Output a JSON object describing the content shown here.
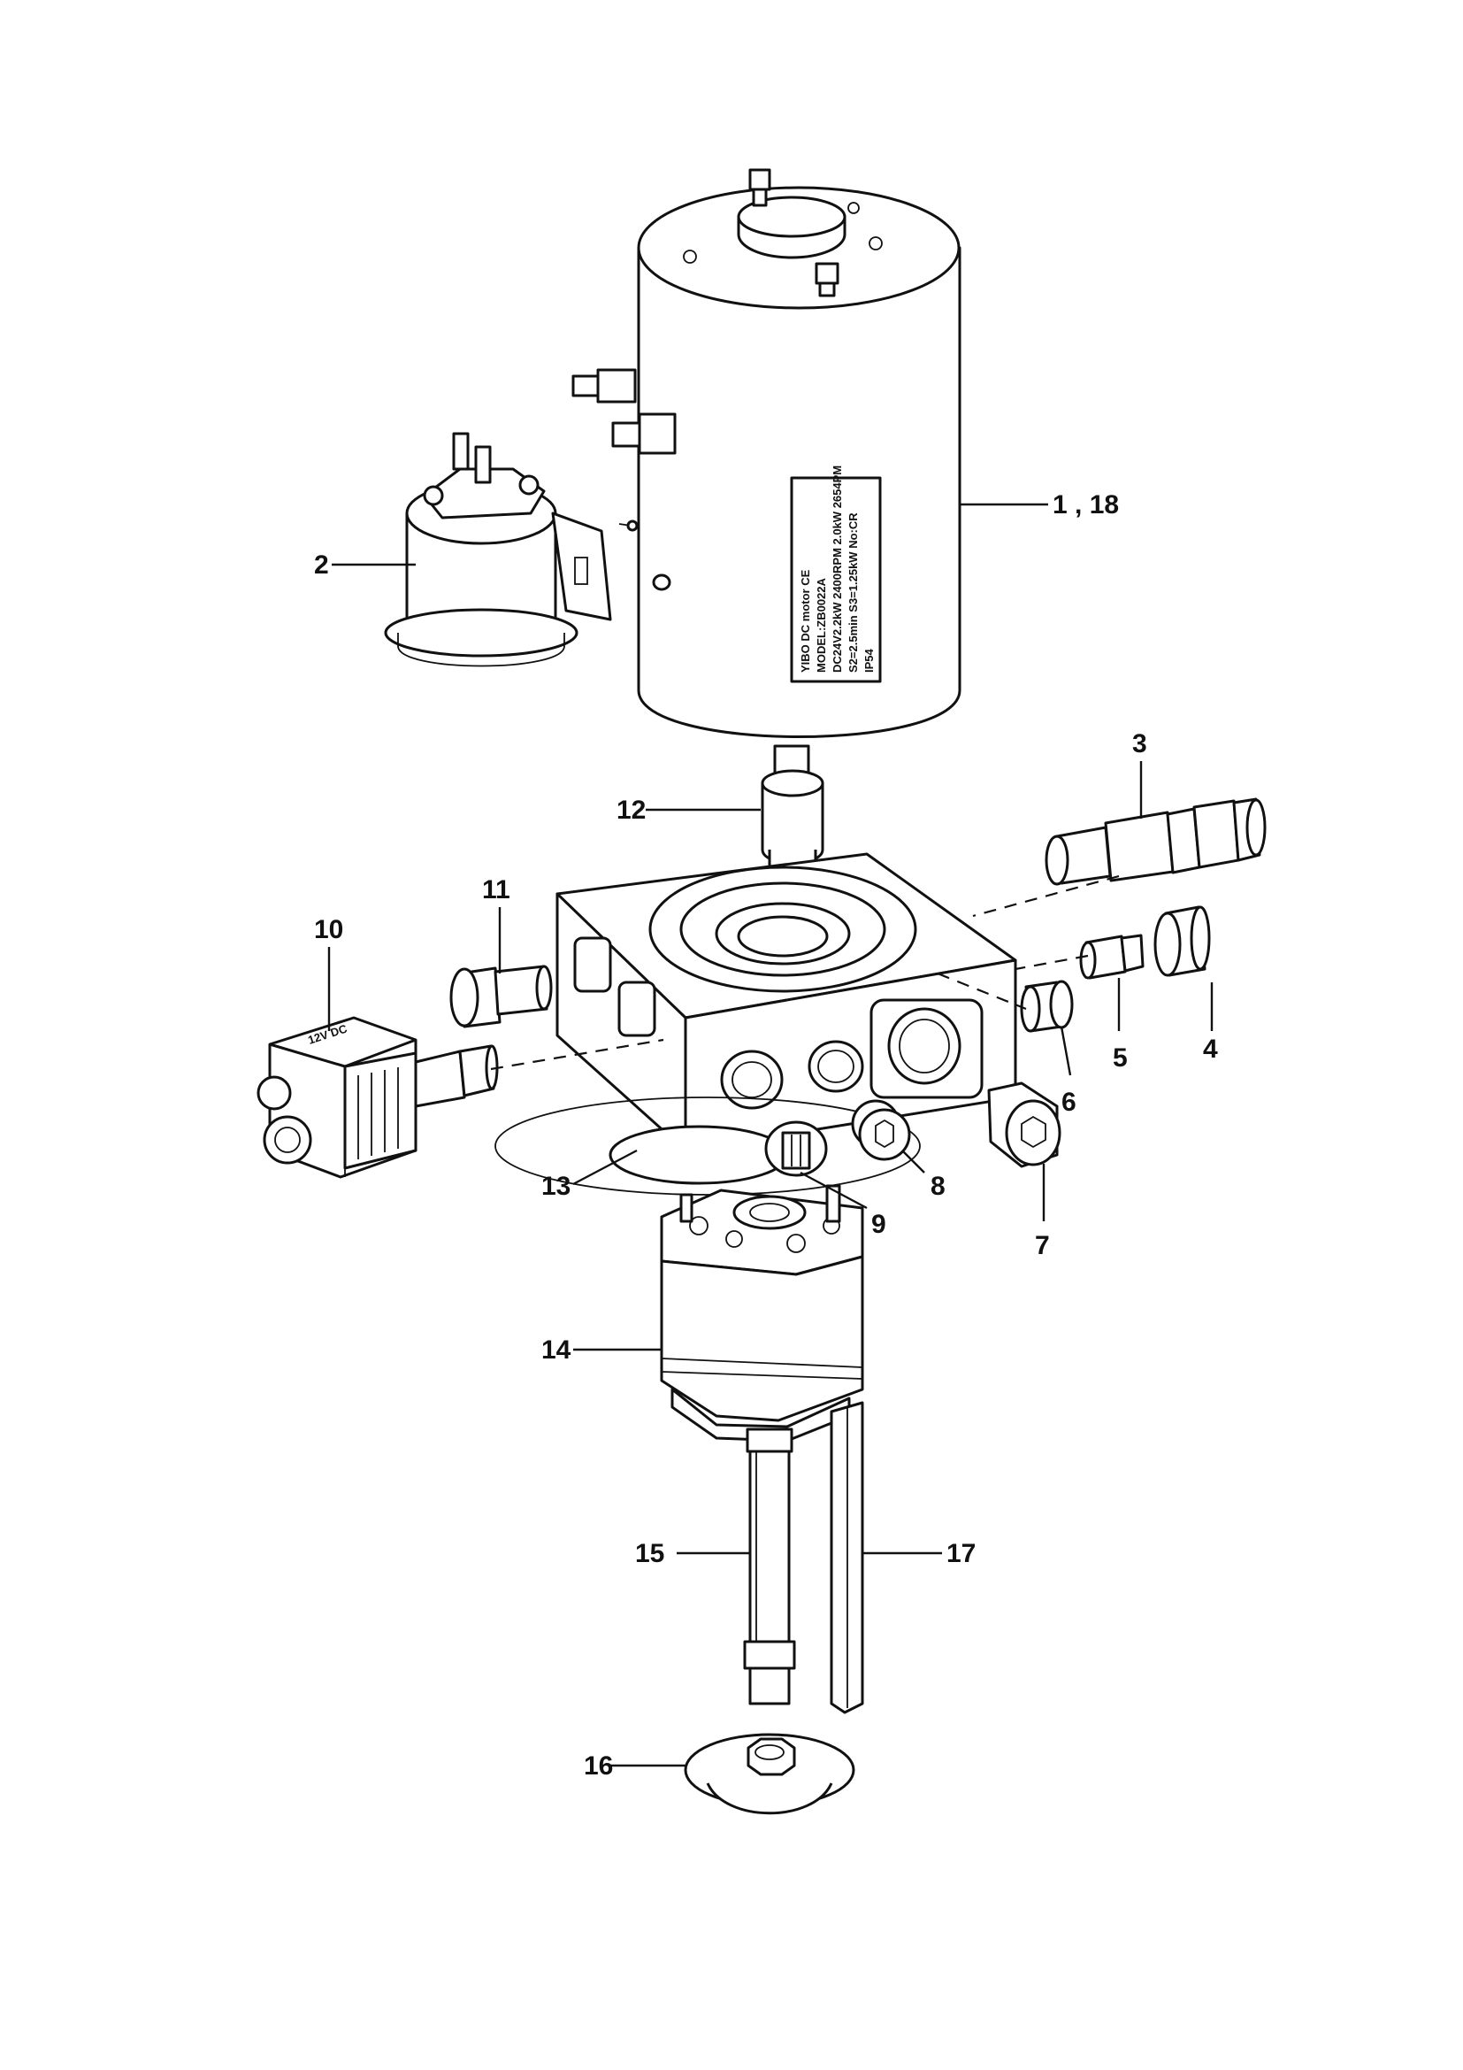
{
  "callouts": {
    "c1_18": "1 , 18",
    "c2": "2",
    "c3": "3",
    "c4": "4",
    "c5": "5",
    "c6": "6",
    "c7": "7",
    "c8": "8",
    "c9": "9",
    "c10": "10",
    "c11": "11",
    "c12": "12",
    "c13": "13",
    "c14": "14",
    "c15": "15",
    "c16": "16",
    "c17": "17"
  },
  "motor_label": {
    "line1": "YIBO DC motor CE",
    "line2": "MODEL:ZB0022A",
    "line3": "DC24V2.2kW 2400RPM 2.0kW 2654PM",
    "line4": "S2=2.5min S3=1.25kW No:CR",
    "line5": "IP54"
  },
  "coil_label": "12V DC"
}
